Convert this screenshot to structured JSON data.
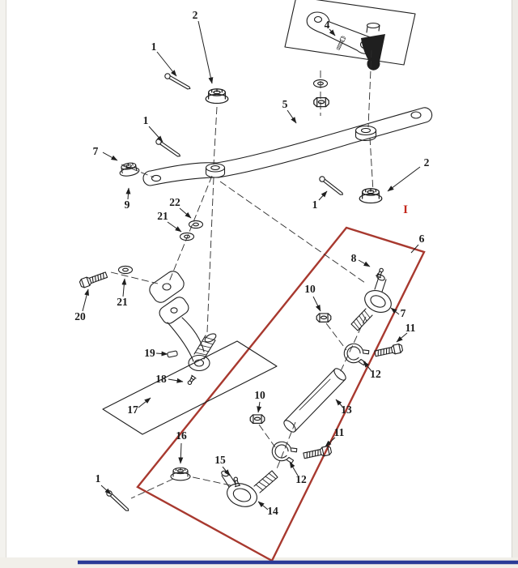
{
  "colors": {
    "ink": "#1f1f1f",
    "highlight_red": "#a8392f",
    "footer_blue": "#2a3a96",
    "mark_red": "#c4281c",
    "paper": "#ffffff"
  },
  "marks": {
    "red_annotation": "I"
  },
  "callouts": [
    {
      "label": "1"
    },
    {
      "label": "2"
    },
    {
      "label": "4"
    },
    {
      "label": "5"
    },
    {
      "label": "1"
    },
    {
      "label": "7"
    },
    {
      "label": "9"
    },
    {
      "label": "1"
    },
    {
      "label": "2"
    },
    {
      "label": "22"
    },
    {
      "label": "21"
    },
    {
      "label": "20"
    },
    {
      "label": "21"
    },
    {
      "label": "19"
    },
    {
      "label": "18"
    },
    {
      "label": "17"
    },
    {
      "label": "6"
    },
    {
      "label": "8"
    },
    {
      "label": "10"
    },
    {
      "label": "7"
    },
    {
      "label": "11"
    },
    {
      "label": "12"
    },
    {
      "label": "13"
    },
    {
      "label": "10"
    },
    {
      "label": "11"
    },
    {
      "label": "12"
    },
    {
      "label": "15"
    },
    {
      "label": "16"
    },
    {
      "label": "14"
    },
    {
      "label": "1"
    }
  ]
}
